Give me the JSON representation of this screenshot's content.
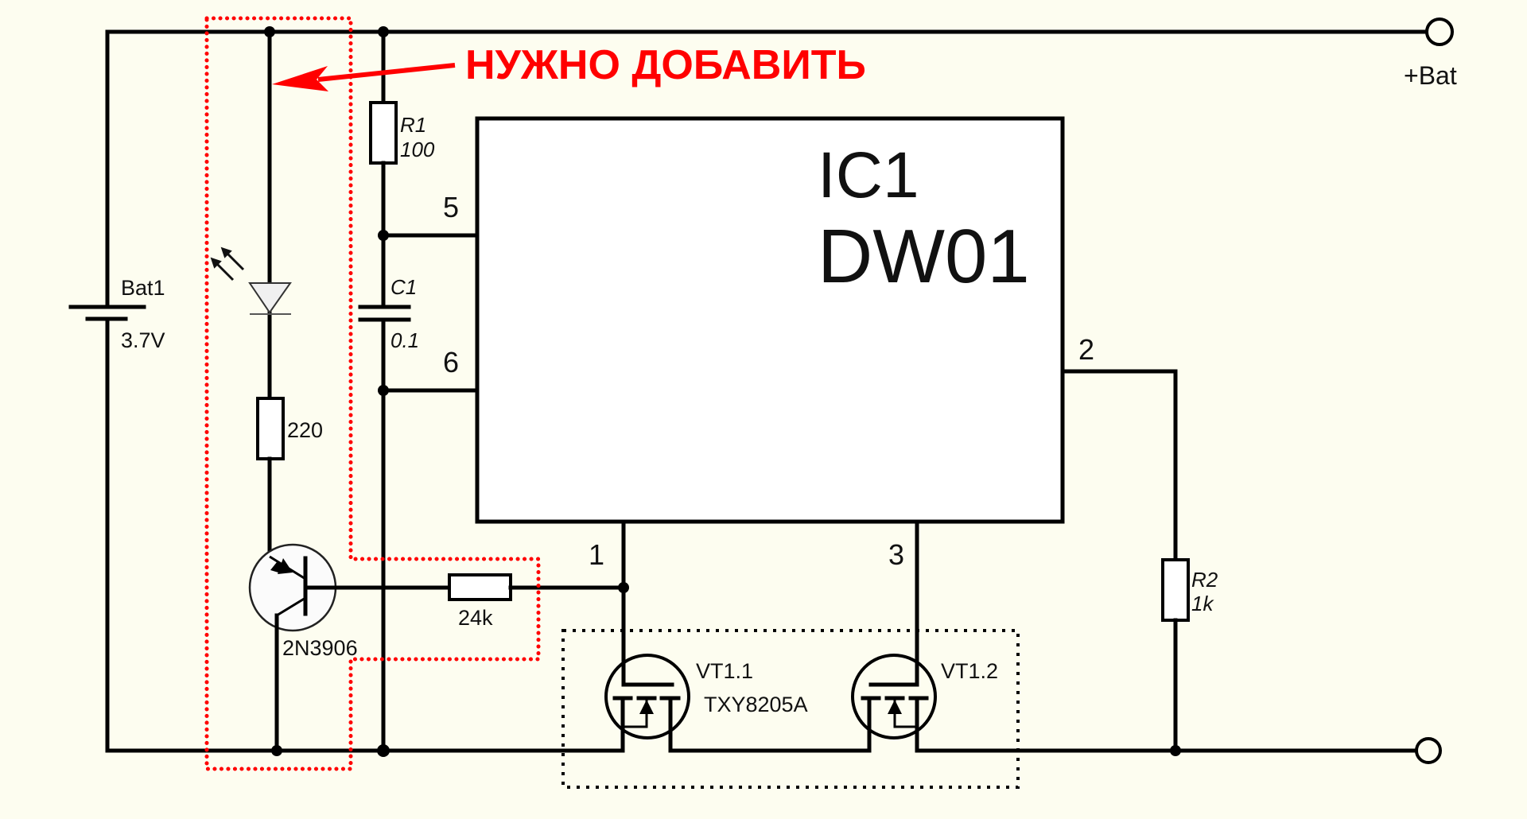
{
  "annotation": {
    "text": "НУЖНО ДОБАВИТЬ",
    "color": "#ff0000"
  },
  "terminals": {
    "positive": "+Bat"
  },
  "battery": {
    "ref": "Bat1",
    "value": "3.7V"
  },
  "r1": {
    "ref": "R1",
    "value": "100"
  },
  "c1": {
    "ref": "C1",
    "value": "0.1"
  },
  "r2": {
    "ref": "R2",
    "value": "1k"
  },
  "led_resistor": {
    "value": "220"
  },
  "base_resistor": {
    "value": "24k"
  },
  "transistor": {
    "part": "2N3906"
  },
  "ic": {
    "ref": "IC1",
    "part": "DW01",
    "pins": {
      "p1": "1",
      "p2": "2",
      "p3": "3",
      "p5": "5",
      "p6": "6"
    }
  },
  "mosfets": {
    "vt1": "VT1.1",
    "vt2": "VT1.2",
    "part": "TXY8205A"
  },
  "colors": {
    "background": "#fdfdf0",
    "wire": "#000000",
    "annotation": "#ff0000"
  }
}
